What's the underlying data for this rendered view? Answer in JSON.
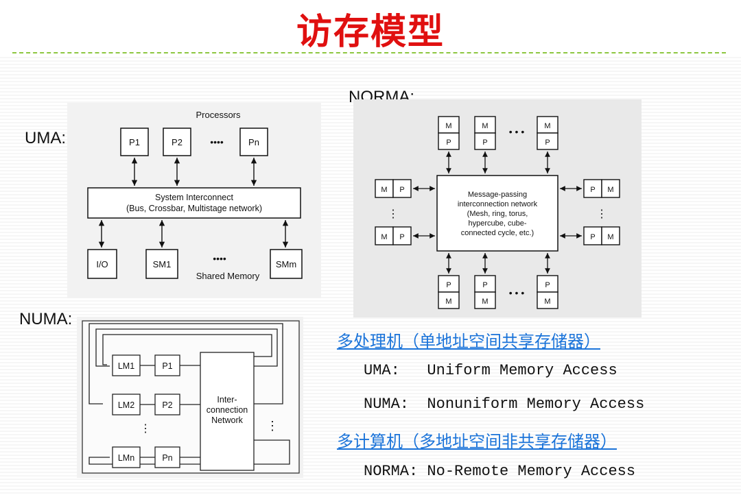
{
  "title": "访存模型",
  "uma": {
    "label": "UMA:",
    "processors_label": "Processors",
    "processors": [
      "P1",
      "P2",
      "Pn"
    ],
    "dots": "••••",
    "interconnect_line1": "System Interconnect",
    "interconnect_line2": "(Bus, Crossbar, Multistage network)",
    "io": "I/O",
    "sm1": "SM1",
    "smm": "SMm",
    "shared_memory": "Shared Memory"
  },
  "numa": {
    "label": "NUMA:",
    "rows": [
      {
        "lm": "LM1",
        "p": "P1"
      },
      {
        "lm": "LM2",
        "p": "P2"
      },
      {
        "lm": "LMn",
        "p": "Pn"
      }
    ],
    "network_line1": "Inter-",
    "network_line2": "connection",
    "network_line3": "Network"
  },
  "norma": {
    "label": "NORMA:",
    "m": "M",
    "p": "P",
    "network_line1": "Message-passing",
    "network_line2": "interconnection network",
    "network_line3": "(Mesh, ring, torus,",
    "network_line4": "hypercube, cube-",
    "network_line5": "connected cycle, etc.)"
  },
  "legend": {
    "link1": "多处理机（单地址空间共享存储器）",
    "line_uma": "UMA:   Uniform Memory Access",
    "line_numa": "NUMA:  Nonuniform Memory Access",
    "link2": "多计算机（多地址空间非共享存储器）",
    "line_norma": "NORMA: No-Remote Memory Access"
  },
  "colors": {
    "title": "#e01010",
    "rule": "#8cc63f",
    "link": "#1a73d9",
    "scan_bg": "#efefef"
  }
}
